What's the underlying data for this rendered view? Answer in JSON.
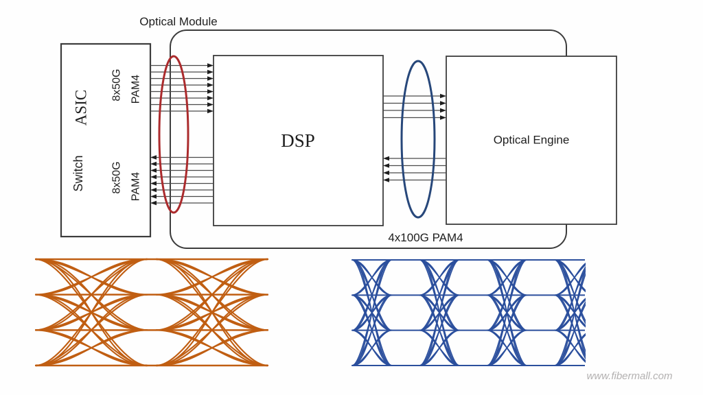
{
  "figure": {
    "module_label": "Optical Module",
    "switch_asic": {
      "label_line1": "Switch",
      "label_line2": "ASIC"
    },
    "host_interface": {
      "tx": {
        "rate_label": "8x50G",
        "mod_label": "PAM4",
        "lanes": 8,
        "direction": "switch-to-dsp"
      },
      "rx": {
        "rate_label": "8x50G",
        "mod_label": "PAM4",
        "lanes": 8,
        "direction": "dsp-to-switch"
      }
    },
    "dsp_label": "DSP",
    "optical_engine_label": "Optical Engine",
    "line_interface": {
      "label": "4x100G PAM4",
      "tx_lanes": 4,
      "rx_lanes": 4
    },
    "colors": {
      "outline": "#3c3c3c",
      "arrow_line": "#4a4a4a",
      "arrow_head": "#1e1e1e",
      "electrical_highlight_ellipse": "#ab2b2d",
      "optical_highlight_ellipse": "#27477a"
    }
  },
  "eye_diagrams": [
    {
      "name": "pam4-eye-electrical-8x50g",
      "type": "eye-diagram",
      "modulation": "PAM4",
      "levels": 4,
      "transition_columns": 2,
      "color": "#c05e12"
    },
    {
      "name": "pam4-eye-optical-4x100g",
      "type": "eye-diagram",
      "modulation": "PAM4",
      "levels": 4,
      "transition_columns": 4,
      "color": "#2b4f9d"
    }
  ],
  "watermark": "www.fibermall.com"
}
